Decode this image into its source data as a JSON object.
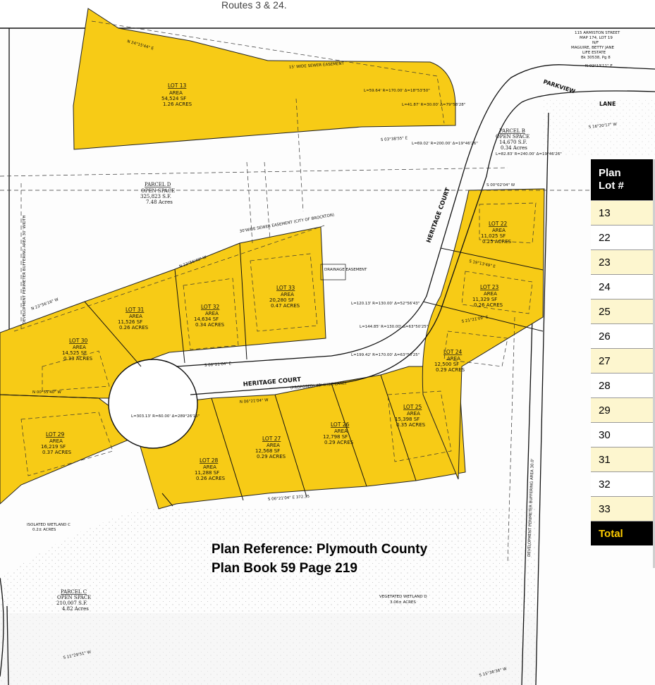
{
  "caption": "Routes 3 & 24.",
  "plan_reference": [
    "Plan Reference: Plymouth County",
    "Plan Book 59 Page 219"
  ],
  "table": {
    "header": [
      "Plan",
      "Lot #"
    ],
    "rows": [
      "13",
      "22",
      "23",
      "24",
      "25",
      "26",
      "27",
      "28",
      "29",
      "30",
      "31",
      "32",
      "33"
    ],
    "total_label": "Total"
  },
  "lots": [
    {
      "name": "LOT 13",
      "area": "AREA",
      "sf": "54,524 SF",
      "acres": "1.26 ACRES"
    },
    {
      "name": "LOT 22",
      "area": "AREA",
      "sf": "11,025 SF",
      "acres": "0.25 ACRES"
    },
    {
      "name": "LOT 23",
      "area": "AREA",
      "sf": "11,329 SF",
      "acres": "0.26 ACRES"
    },
    {
      "name": "LOT 24",
      "area": "AREA",
      "sf": "12,500 SF",
      "acres": "0.29 ACRES"
    },
    {
      "name": "LOT 25",
      "area": "AREA",
      "sf": "15,398 SF",
      "acres": "0.35 ACRES"
    },
    {
      "name": "LOT 26",
      "area": "AREA",
      "sf": "12,798 SF",
      "acres": "0.29 ACRES"
    },
    {
      "name": "LOT 27",
      "area": "AREA",
      "sf": "12,568 SF",
      "acres": "0.29 ACRES"
    },
    {
      "name": "LOT 28",
      "area": "AREA",
      "sf": "11,288 SF",
      "acres": "0.26 ACRES"
    },
    {
      "name": "LOT 29",
      "area": "AREA",
      "sf": "16,219 SF",
      "acres": "0.37 ACRES"
    },
    {
      "name": "LOT 30",
      "area": "AREA",
      "sf": "14,525 SF",
      "acres": "0.33 ACRES"
    },
    {
      "name": "LOT 31",
      "area": "AREA",
      "sf": "11,526 SF",
      "acres": "0.26 ACRES"
    },
    {
      "name": "LOT 32",
      "area": "AREA",
      "sf": "14,634 SF",
      "acres": "0.34 ACRES"
    },
    {
      "name": "LOT 33",
      "area": "AREA",
      "sf": "20,280 SF",
      "acres": "0.47 ACRES"
    }
  ],
  "parcels": {
    "d": {
      "name": "PARCEL D",
      "type": "OPEN SPACE",
      "sf": "325,823 S.F.",
      "acres": "7.48 Acres"
    },
    "b": {
      "name": "PARCEL B",
      "type": "OPEN SPACE",
      "sf": "14,670 S.F.",
      "acres": "0.34 Acres"
    },
    "c": {
      "name": "PARCEL C",
      "type": "OPEN SPACE",
      "sf": "210,007 S.F.",
      "acres": "4.82 Acres"
    }
  },
  "streets": {
    "heritage_court": "HERITAGE COURT",
    "heritage_court_vert": "HERITAGE COURT",
    "proposed": "(PROPOSED) 40' WIDE LANE)",
    "parkview": "PARKVIEW",
    "lane": "LANE"
  },
  "easements": {
    "sewer_top": "15' WIDE SEWER EASEMENT",
    "sewer_mid": "30'WIDE SEWER EASEMENT (CITY OF BROCKTON)",
    "drainage": "DRAINAGE EASEMENT",
    "buffer_left": "DEVELOPMENT PERIMETER BUFFERING AREA 30' WIDTH",
    "buffer_right": "DEVELOPMENT PERIMETER BUFFERING AREA 30.0'"
  },
  "wetlands": {
    "c": {
      "name": "ISOLATED WETLAND C",
      "acres": "0.2± ACRES"
    },
    "d": {
      "name": "VEGETATED WETLAND D",
      "acres": "3.06± ACRES"
    }
  },
  "abutter": {
    "line1": "115 ARMISTON STREET",
    "line2": "MAP 174, LOT 19",
    "line3": "N/F",
    "line4": "MAGUIRE, BETTY JANE",
    "line5": "LIFE ESTATE",
    "line6": "Bk 30538, Pg 8"
  },
  "bearings": {
    "b1": "N 24°15'44\" E",
    "b2": "S 03°38'55\" E",
    "b3": "N 23°56'40\" W",
    "b4": "N 23°56'16\" W",
    "b5": "S 06°21'04\" E",
    "b6": "S 00°02'04\" W",
    "b7": "N 00°55'40\" W",
    "b8": "N 06°21'04\" W",
    "b9": "S 06°21'04\" E  372.35",
    "b10": "S 19°13'49\" E",
    "b11": "S 11°29'51\" W",
    "b12": "S 15°36'36\" W",
    "b13": "N 02°13'11\" E",
    "b14": "S 16°20'17\" W",
    "b15": "S 21°21'09\" E"
  },
  "curves": {
    "c1": "L=303.13' R=60.00' Δ=289°26'16\"",
    "c2": "L=144.85' R=130.00' Δ=63°50'25\"",
    "c3": "L=120.13' R=130.00' Δ=52°56'43\"",
    "c4": "L=199.42' R=170.00' Δ=63°50'25\"",
    "c5": "L=82.83' R=240.00' Δ=19°46'26\"",
    "c6": "L=69.02' R=200.00' Δ=19°46'26\"",
    "c7": "L=41.87' R=30.00' Δ=79°58'28\"",
    "c8": "L=59.64' R=170.00' Δ=18°53'50\""
  }
}
